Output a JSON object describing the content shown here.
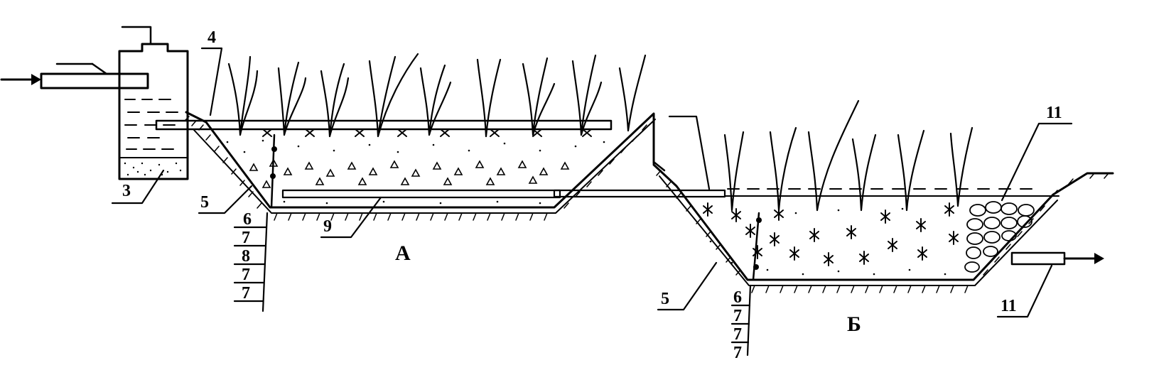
{
  "labels": {
    "l3": "3",
    "l4": "4",
    "l5a": "5",
    "l5b": "5",
    "l6a": "6",
    "l7a1": "7",
    "l8a": "8",
    "l7a2": "7",
    "l7a3": "7",
    "l9": "9",
    "l6b": "6",
    "l7b1": "7",
    "l7b2": "7",
    "l7b3": "7",
    "l11a": "11",
    "l11b": "11",
    "basinA": "А",
    "basinB": "Б"
  },
  "colors": {
    "ink": "#000000",
    "background": "#ffffff"
  }
}
